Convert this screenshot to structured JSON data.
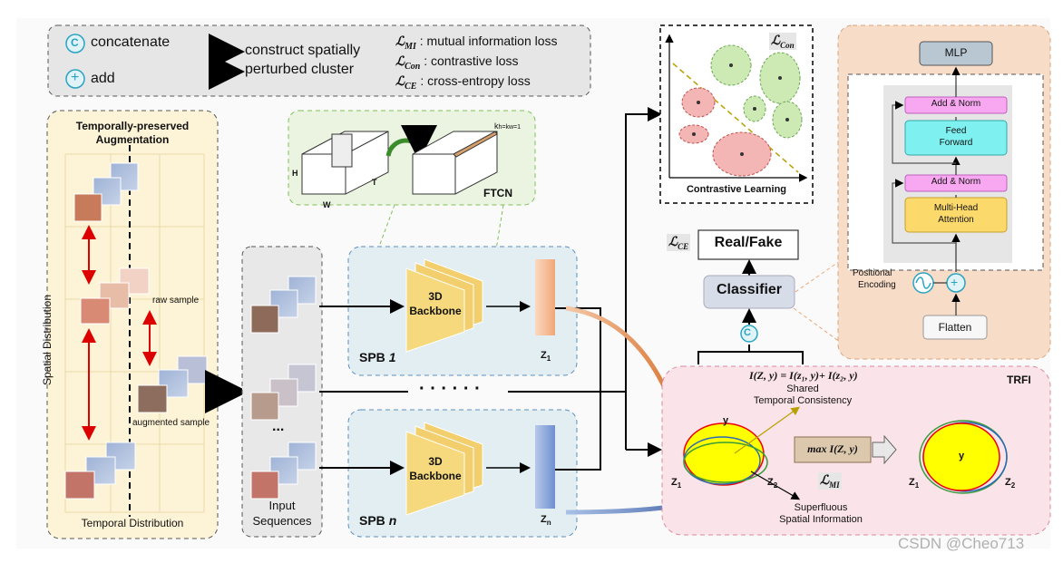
{
  "legend": {
    "concat_symbol": "C",
    "concat_label": "concatenate",
    "add_symbol": "+",
    "add_label": "add",
    "arrow_label_1": "construct spatially",
    "arrow_label_2": "perturbed cluster",
    "loss_mi_sym": "ℒ",
    "loss_mi_sub": "MI",
    "loss_mi_text": ": mutual information loss",
    "loss_con_sym": "ℒ",
    "loss_con_sub": "Con",
    "loss_con_text": ": contrastive loss",
    "loss_ce_sym": "ℒ",
    "loss_ce_sub": "CE",
    "loss_ce_text": ": cross-entropy loss"
  },
  "augmentation": {
    "title_1": "Temporally-preserved",
    "title_2": "Augmentation",
    "y_axis": "Spatial Distribution",
    "x_axis": "Temporal Distribution",
    "raw_label": "raw sample",
    "aug_label": "augmented sample"
  },
  "input": {
    "ellipsis": "...",
    "label_1": "Input",
    "label_2": "Sequences"
  },
  "ftcn": {
    "title": "FTCN",
    "kernel": "k",
    "kernel_eq": "h=k",
    "kernel_val": "w=1",
    "h": "H",
    "w": "W",
    "t": "T"
  },
  "spb1": {
    "title": "SPB ",
    "idx": "1",
    "backbone_1": "3D",
    "backbone_2": "Backbone",
    "z": "Z",
    "z_sub": "1"
  },
  "spbn": {
    "title": "SPB ",
    "idx": "n",
    "backbone_1": "3D",
    "backbone_2": "Backbone",
    "z": "Z",
    "z_sub": "n"
  },
  "middle_dots": "· · ·   · · ·",
  "contrastive": {
    "loss_sym": "ℒ",
    "loss_sub": "Con",
    "caption": "Contrastive Learning"
  },
  "classifier": {
    "loss_sym": "ℒ",
    "loss_sub": "CE",
    "output": "Real/Fake",
    "label": "Classifier",
    "concat_symbol": "C"
  },
  "transformer": {
    "mlp": "MLP",
    "add_norm_top": "Add & Norm",
    "ffn_1": "Feed",
    "ffn_2": "Forward",
    "add_norm_bottom": "Add & Norm",
    "mha_1": "Multi-Head",
    "mha_2": "Attention",
    "pos_1": "Positional",
    "pos_2": "Encoding",
    "plus": "+",
    "flatten": "Flatten"
  },
  "trfi": {
    "title": "TRFI",
    "equation": "I(Z, y) = I(z₁, y)+ I(z₂, y)",
    "shared_1": "Shared",
    "shared_2": "Temporal Consistency",
    "y": "y",
    "z1": "Z",
    "z1_sub": "1",
    "z2": "Z",
    "z2_sub": "2",
    "max_label": "max I(Z, y)",
    "loss_sym": "ℒ",
    "loss_sub": "MI",
    "superfluous_1": "Superfluous",
    "superfluous_2": "Spatial Information",
    "right_y": "y",
    "right_z1": "Z",
    "right_z1_sub": "1",
    "right_z2": "Z",
    "right_z2_sub": "2"
  },
  "watermark": "CSDN @Cheo713"
}
